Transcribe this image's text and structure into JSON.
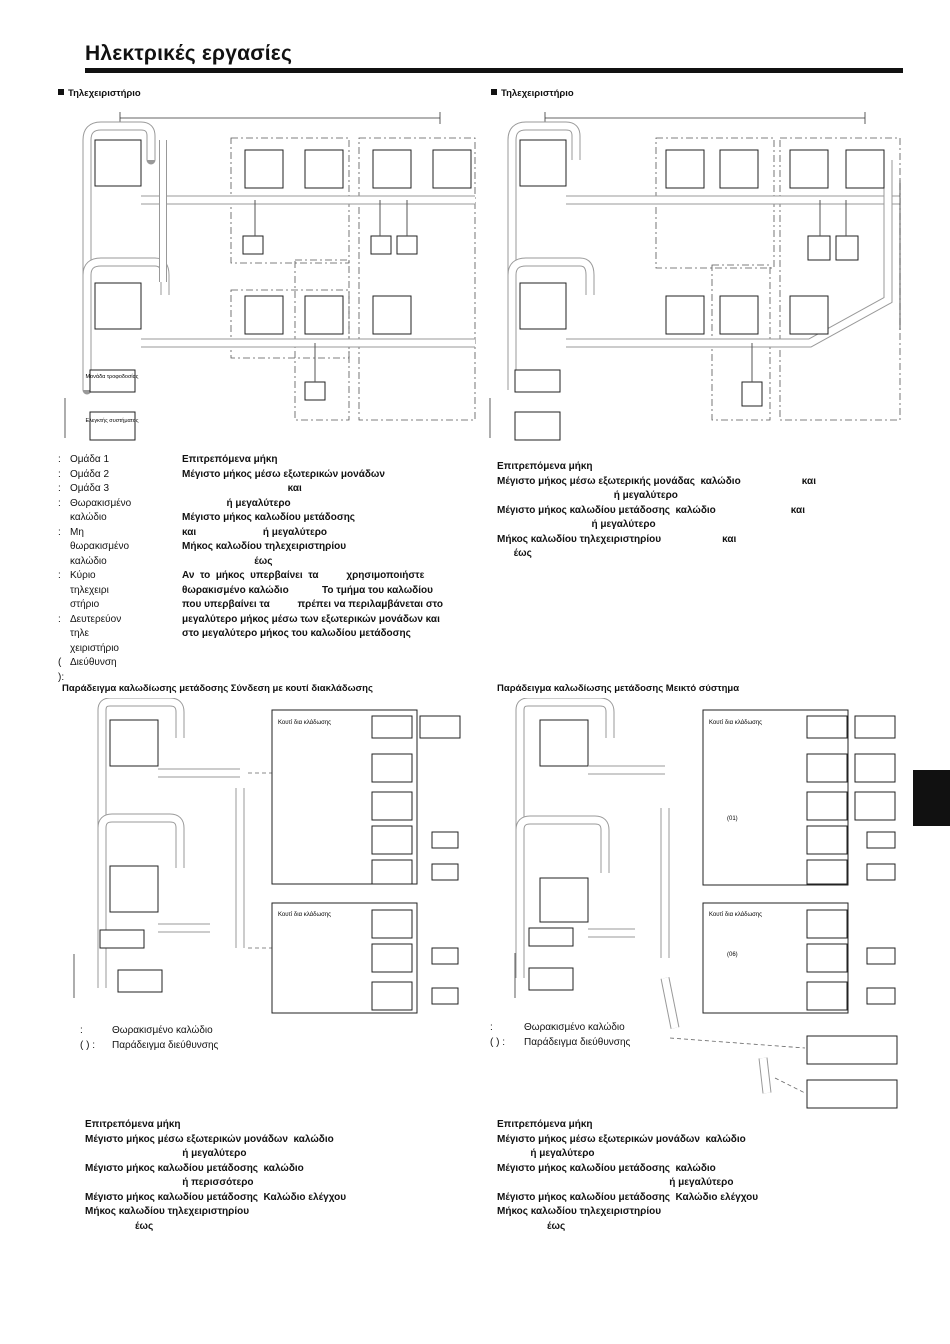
{
  "header": {
    "title": "Ηλεκτρικές εργασίες"
  },
  "sections": {
    "remote_left": "Τηλεχειριστήριο",
    "remote_right": "Τηλεχειριστήριο",
    "example_left": "Παράδειγμα καλωδίωσης μετάδοσης  Σύνδεση με κουτί διακλάδωσης",
    "example_right": "Παράδειγμα καλωδίωσης μετάδοσης  Μεικτό σύστημα"
  },
  "diagram_labels": {
    "power_unit": "Μονάδα τροφοδοσίας",
    "system_controller": "Ελεγκτής συστήματος",
    "branch_box": "Κουτί δια κλάδωσης",
    "addr_01": "(01)",
    "addr_06": "(06)"
  },
  "legend": [
    {
      "key": ":",
      "value": "Ομάδα 1"
    },
    {
      "key": ":",
      "value": "Ομάδα 2"
    },
    {
      "key": ":",
      "value": "Ομάδα 3"
    },
    {
      "key": ":",
      "value": "Θωρακισμένο καλώδιο"
    },
    {
      "key": ":",
      "value": "Μη θωρακισμένο καλώδιο"
    },
    {
      "key": ":",
      "value": "Κύριο τηλεχειρι στήριο"
    },
    {
      "key": ":",
      "value": "Δευτερεύον τηλε χειριστήριο"
    },
    {
      "key": "( ):",
      "value": "Διεύθυνση"
    }
  ],
  "notes_top_left": [
    "Επιτρεπόμενα μήκη",
    "Μέγιστο μήκος μέσω εξωτερικών μονάδων",
    "                                      και",
    "                ή μεγαλύτερο",
    "Μέγιστο μήκος καλωδίου μετάδοσης",
    "και                        ή μεγαλύτερο",
    "Μήκος καλωδίου τηλεχειριστηρίου",
    "                          έως",
    "Αν  το  μήκος  υπερβαίνει  τα          χρησιμοποιήστε",
    "θωρακισμένο καλώδιο            Το τμήμα του καλωδίου",
    "που υπερβαίνει τα          πρέπει να περιλαμβάνεται στο",
    "μεγαλύτερο μήκος μέσω των εξωτερικών μονάδων και",
    "στο μεγαλύτερο μήκος του καλωδίου μετάδοσης"
  ],
  "notes_top_right": [
    "Επιτρεπόμενα μήκη",
    "Μέγιστο μήκος μέσω εξωτερικής μονάδας  καλώδιο                      και",
    "                                          ή μεγαλύτερο",
    "Μέγιστο μήκος καλωδίου μετάδοσης  καλώδιο                           και",
    "                                  ή μεγαλύτερο",
    "Μήκος καλωδίου τηλεχειριστηρίου                      και",
    "      έως"
  ],
  "legend_bottom_left": [
    {
      "key": ":",
      "value": "Θωρακισμένο καλώδιο"
    },
    {
      "key": "( ) :",
      "value": "Παράδειγμα διεύθυνσης"
    }
  ],
  "legend_bottom_right": [
    {
      "key": ":",
      "value": "Θωρακισμένο καλώδιο"
    },
    {
      "key": "( ) :",
      "value": "Παράδειγμα διεύθυνσης"
    }
  ],
  "notes_bottom_left": [
    "Επιτρεπόμενα μήκη",
    "Μέγιστο μήκος μέσω εξωτερικών μονάδων  καλώδιο",
    "                                   ή μεγαλύτερο",
    "Μέγιστο μήκος καλωδίου μετάδοσης  καλώδιο",
    "                                   ή περισσότερο",
    "Μέγιστο μήκος καλωδίου μετάδοσης  Καλώδιο ελέγχου",
    "",
    "Μήκος καλωδίου τηλεχειριστηρίου",
    "                  έως"
  ],
  "notes_bottom_right": [
    "Επιτρεπόμενα μήκη",
    "Μέγιστο μήκος μέσω εξωτερικών μονάδων  καλώδιο",
    "",
    "            ή μεγαλύτερο",
    "Μέγιστο μήκος καλωδίου μετάδοσης  καλώδιο",
    "                                                              ή μεγαλύτερο",
    "Μέγιστο μήκος καλωδίου μετάδοσης  Καλώδιο ελέγχου",
    "",
    "Μήκος καλωδίου τηλεχειριστηρίου",
    "                  έως"
  ]
}
